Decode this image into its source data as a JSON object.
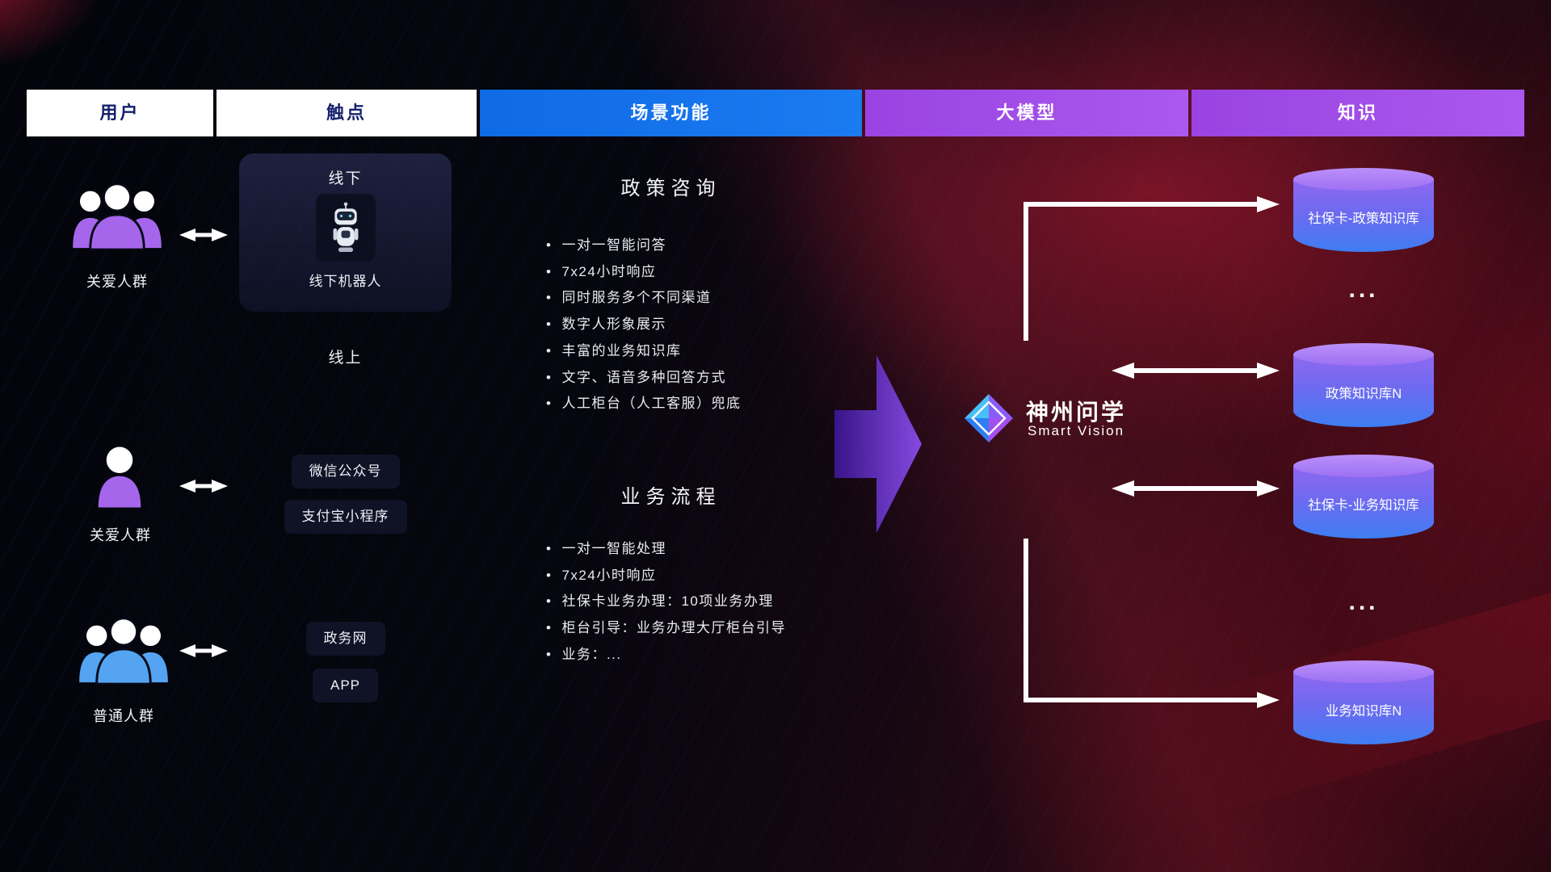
{
  "header": {
    "columns": [
      {
        "label": "用户"
      },
      {
        "label": "触点"
      },
      {
        "label": "场景功能"
      },
      {
        "label": "大模型"
      },
      {
        "label": "知识"
      }
    ]
  },
  "users": [
    {
      "label": "关爱人群",
      "icon": "group-people-purple"
    },
    {
      "label": "关爱人群",
      "icon": "person-purple"
    },
    {
      "label": "普通人群",
      "icon": "group-people-blue"
    }
  ],
  "touchpoints": {
    "offline_title": "线下",
    "offline_robot_label": "线下机器人",
    "online_title": "线上",
    "items": [
      "微信公众号",
      "支付宝小程序",
      "政务网",
      "APP"
    ]
  },
  "scenarios": [
    {
      "title": "政策咨询",
      "items": [
        "一对一智能问答",
        "7x24小时响应",
        "同时服务多个不同渠道",
        "数字人形象展示",
        "丰富的业务知识库",
        "文字、语音多种回答方式",
        "人工柜台（人工客服）兜底"
      ]
    },
    {
      "title": "业务流程",
      "items": [
        "一对一智能处理",
        "7x24小时响应",
        "社保卡业务办理：10项业务办理",
        "柜台引导：业务办理大厅柜台引导",
        "业务：..."
      ]
    }
  ],
  "model": {
    "name": "神州问学",
    "subtitle": "Smart Vision"
  },
  "knowledge": {
    "databases": [
      "社保卡-政策知识库",
      "政策知识库N",
      "社保卡-业务知识库",
      "业务知识库N"
    ],
    "ellipsis": "..."
  },
  "colors": {
    "header_blue": "#1472e8",
    "header_purple": "#a04de6",
    "icon_purple": "#a566ec",
    "icon_blue": "#54a4f2",
    "db_top": "#b289f8",
    "db_body_start": "#8d66f0",
    "db_body_end": "#3f7cf2",
    "flow_arrow": "#ffffff",
    "big_arrow_start": "#3c1692",
    "big_arrow_end": "#8e4ff2"
  }
}
